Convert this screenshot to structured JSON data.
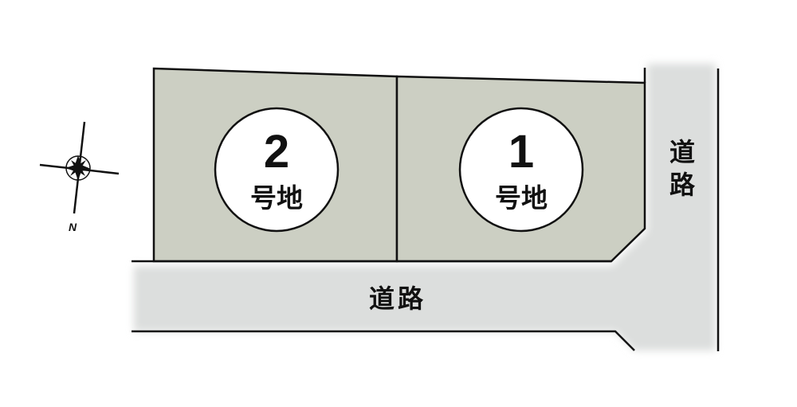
{
  "colors": {
    "lot_fill": "#cccfc3",
    "road_fill": "#dcdedd",
    "line": "#111111"
  },
  "lots": [
    {
      "number": "2",
      "label": "号地"
    },
    {
      "number": "1",
      "label": "号地"
    }
  ],
  "roads": {
    "bottom": "道路",
    "right_char1": "道",
    "right_char2": "路"
  },
  "compass": {
    "north_label": "N"
  }
}
